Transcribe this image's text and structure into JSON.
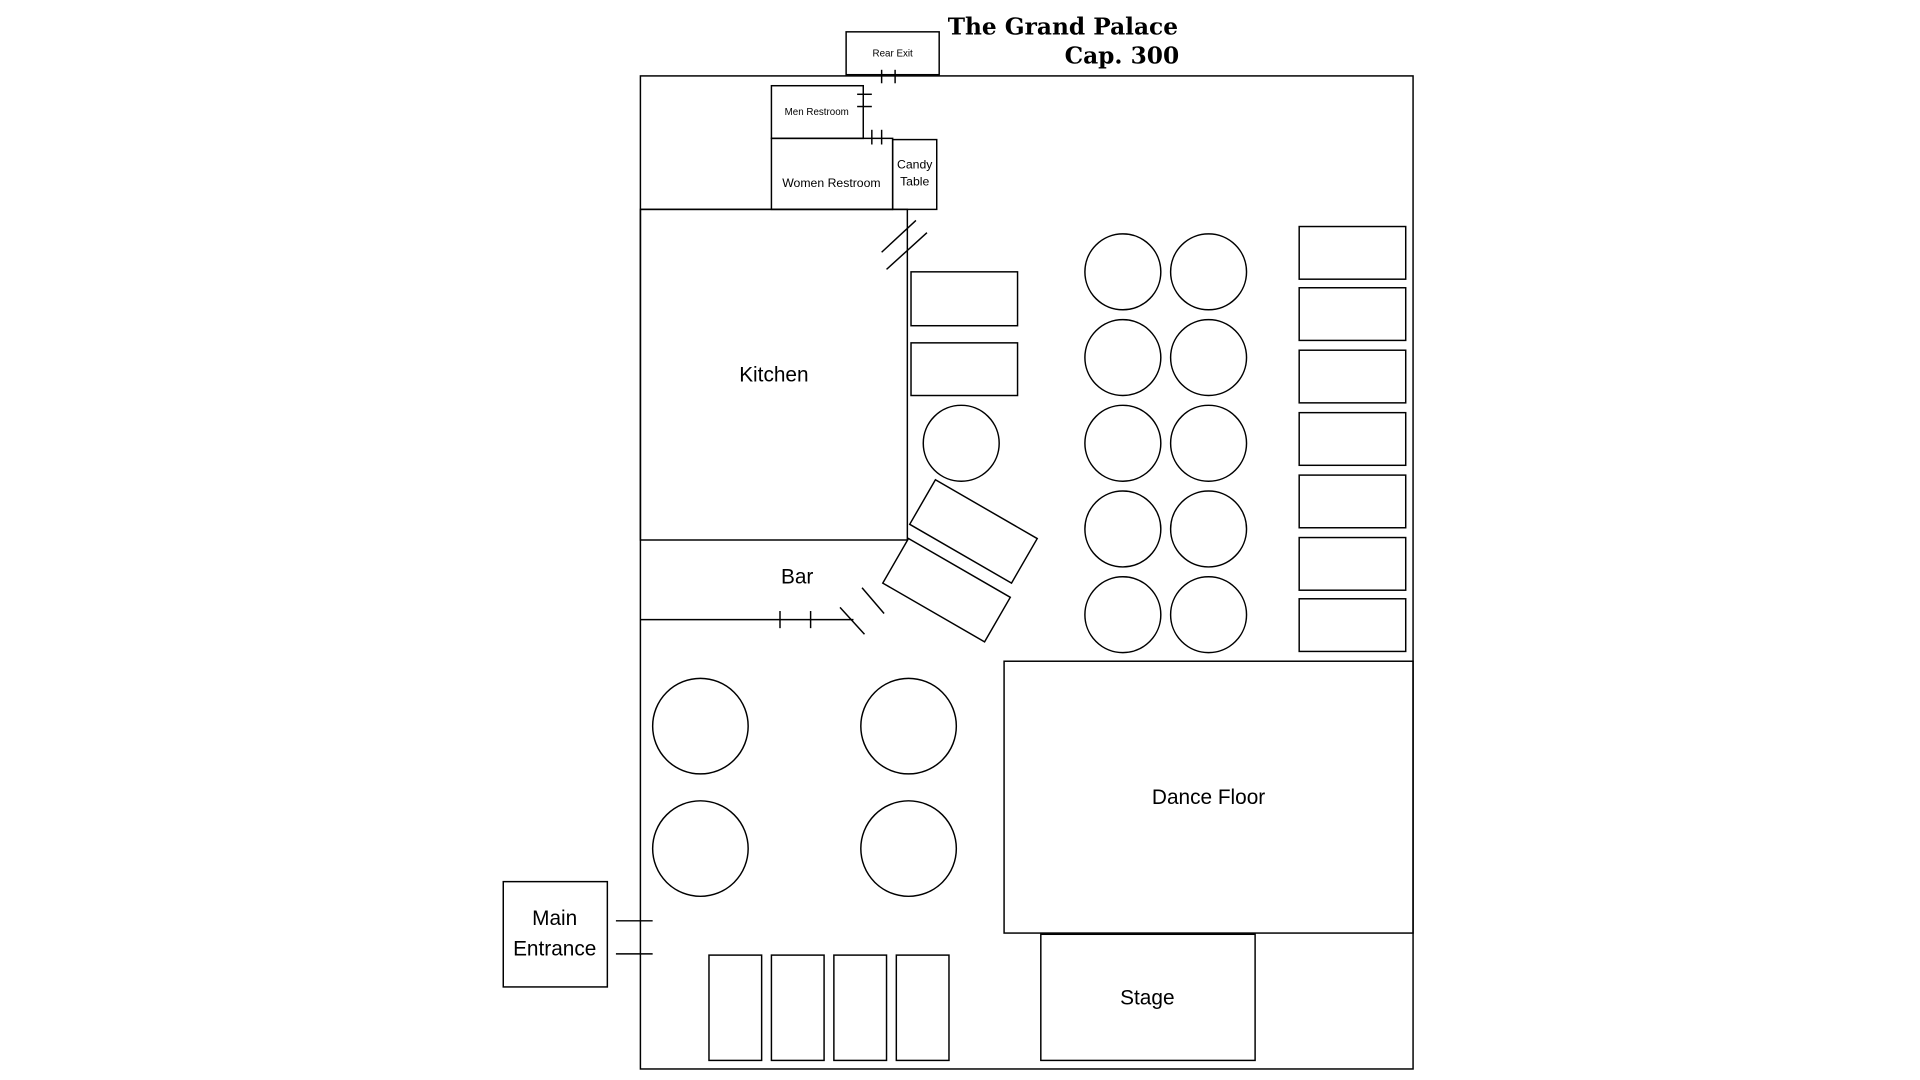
{
  "title": "The Grand Palace",
  "capacity": "Cap. 300",
  "rooms": {
    "rear_exit": "Rear Exit",
    "men_restroom": "Men Restroom",
    "women_restroom": "Women Restroom",
    "candy_table_line1": "Candy",
    "candy_table_line2": "Table",
    "kitchen": "Kitchen",
    "bar": "Bar",
    "dance_floor": "Dance Floor",
    "stage": "Stage",
    "main_entrance_line1": "Main",
    "main_entrance_line2": "Entrance"
  }
}
